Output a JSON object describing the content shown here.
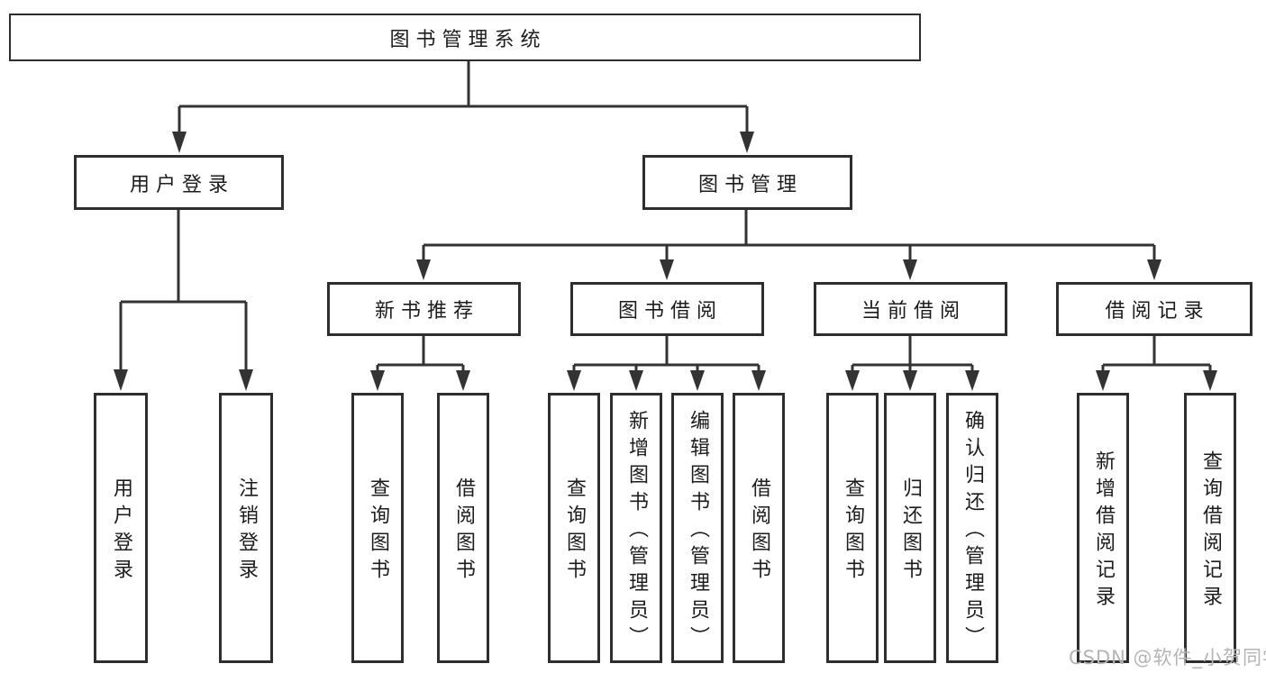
{
  "diagram": {
    "root": {
      "label": "图书管理系统"
    },
    "branches": [
      {
        "label": "用户登录",
        "children": [
          {
            "label": "用户登录"
          },
          {
            "label": "注销登录"
          }
        ]
      },
      {
        "label": "图书管理",
        "children": [
          {
            "label": "新书推荐",
            "children": [
              {
                "label": "查询图书"
              },
              {
                "label": "借阅图书"
              }
            ]
          },
          {
            "label": "图书借阅",
            "children": [
              {
                "label": "查询图书"
              },
              {
                "label": "新增图书（管理员）"
              },
              {
                "label": "编辑图书（管理员）"
              },
              {
                "label": "借阅图书"
              }
            ]
          },
          {
            "label": "当前借阅",
            "children": [
              {
                "label": "查询图书"
              },
              {
                "label": "归还图书"
              },
              {
                "label": "确认归还（管理员）"
              }
            ]
          },
          {
            "label": "借阅记录",
            "children": [
              {
                "label": "新增借阅记录"
              },
              {
                "label": "查询借阅记录"
              }
            ]
          }
        ]
      }
    ]
  },
  "watermark": {
    "text": "CSDN @软件_小贺同学"
  },
  "colors": {
    "line": "#333333",
    "box_border": "#2e2e2e",
    "text": "#1c1c1c",
    "watermark": "#b4b4b4",
    "background": "#ffffff"
  }
}
